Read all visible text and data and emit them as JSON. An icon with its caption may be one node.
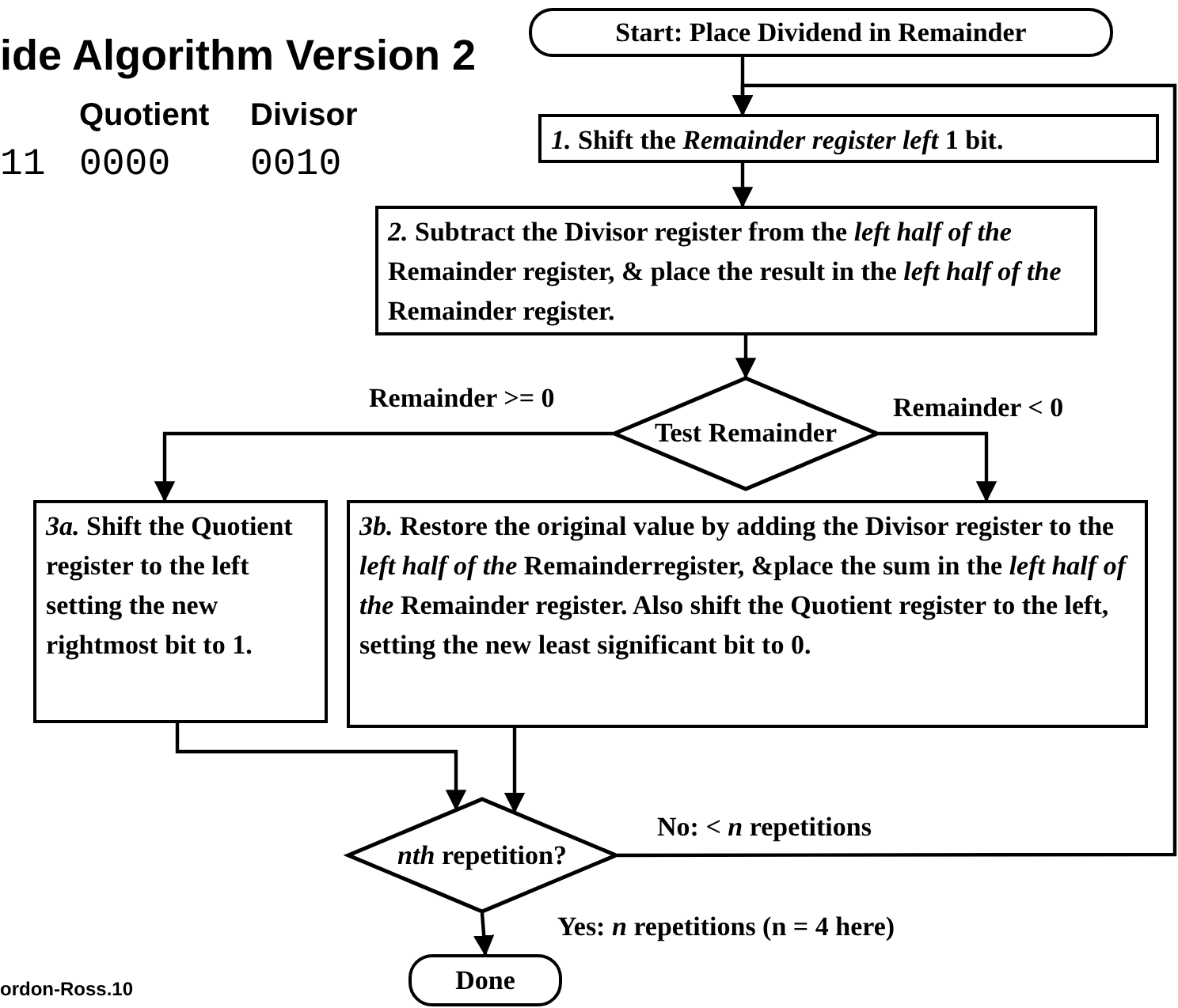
{
  "diagram": {
    "title": "ide Algorithm Version 2",
    "nodes": [
      {
        "text": [
          "Start: Place Dividend in Remainder"
        ]
      },
      {
        "text": [
          "*1.* Shift the *Remainder register left* 1 bit."
        ]
      },
      {
        "text": [
          "*2.* Subtract the Divisor register from the *left half of the* Remainder register, & place the result in the *left half of the* Remainder register."
        ]
      },
      {
        "text": [
          "Test Remainder"
        ]
      },
      {
        "text": [
          "*3a.* Shift the Quotient register to the left setting the new rightmost bit to 1."
        ]
      },
      {
        "text": [
          "*3b.* Restore the original value by adding the Divisor register to the *left half of the* Remainderregister, &place the sum in the *left half of the* Remainder register. Also shift the Quotient register to the left, setting the new least significant bit to 0."
        ]
      },
      {
        "text": [
          "*nth* repetition?"
        ]
      },
      {
        "text": [
          "Done"
        ]
      }
    ],
    "edges": [
      {
        "from": 0,
        "to": 1,
        "arrow": "to"
      },
      {
        "from": 1,
        "to": 2,
        "arrow": "to"
      },
      {
        "from": 2,
        "to": 3,
        "arrow": "to"
      },
      {
        "from": 3,
        "to": 4,
        "arrow": "to",
        "label": "Remainder >= 0"
      },
      {
        "from": 3,
        "to": 5,
        "arrow": "to",
        "label": "Remainder < 0"
      },
      {
        "from": 4,
        "to": 6,
        "arrow": "to"
      },
      {
        "from": 5,
        "to": 6,
        "arrow": "to"
      },
      {
        "from": 6,
        "to": 1,
        "arrow": "to",
        "label": "No: < *n* repetitions"
      },
      {
        "from": 6,
        "to": 7,
        "arrow": "to",
        "label": "Yes: *n* repetitions (n = 4 here)"
      }
    ],
    "labels": [
      "Quotient",
      "Divisor",
      "11",
      "0000",
      "0010",
      "ordon-Ross.10"
    ]
  }
}
